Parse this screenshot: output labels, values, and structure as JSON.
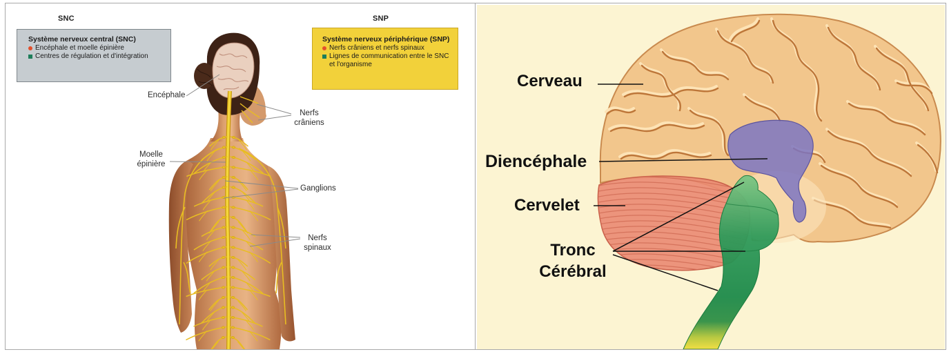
{
  "left_panel": {
    "snc_header": "SNC",
    "snp_header": "SNP",
    "snc_box": {
      "title": "Système nerveux central (SNC)",
      "background": "#c6ccd0",
      "items": [
        {
          "text": "Encéphale et moelle épinière",
          "bullet": "red-dot-icon",
          "color": "#e2502c"
        },
        {
          "text": "Centres de régulation et d'intégration",
          "bullet": "green-square-icon",
          "color": "#1e7d5a"
        }
      ]
    },
    "snp_box": {
      "title": "Système nerveux périphérique (SNP)",
      "background": "#f2d13a",
      "items": [
        {
          "text": "Nerfs crâniens et nerfs spinaux",
          "bullet": "red-dot-icon",
          "color": "#e2502c"
        },
        {
          "text": "Lignes de communication entre le SNC et l'organisme",
          "bullet": "green-square-icon",
          "color": "#1e7d5a"
        }
      ]
    },
    "labels": {
      "encephale": "Encéphale",
      "nerfs_craniens": "Nerfs crâniens",
      "moelle_epiniere": "Moelle épinière",
      "ganglions": "Ganglions",
      "nerfs_spinaux": "Nerfs spinaux"
    },
    "colors": {
      "nerves": "#e8bd22",
      "skin": "#dca06e",
      "hair": "#3d2216"
    }
  },
  "right_panel": {
    "background": "#fcf4d2",
    "labels": {
      "cerveau": "Cerveau",
      "diencephale": "Diencéphale",
      "cervelet": "Cervelet",
      "tronc_cerebral": "Tronc Cérébral"
    },
    "colors": {
      "cerveau": "#f2c68c",
      "diencephale": "#7d76c2",
      "cervelet": "#ea8a72",
      "tronc_cerebral": "#2f9a5a"
    }
  }
}
